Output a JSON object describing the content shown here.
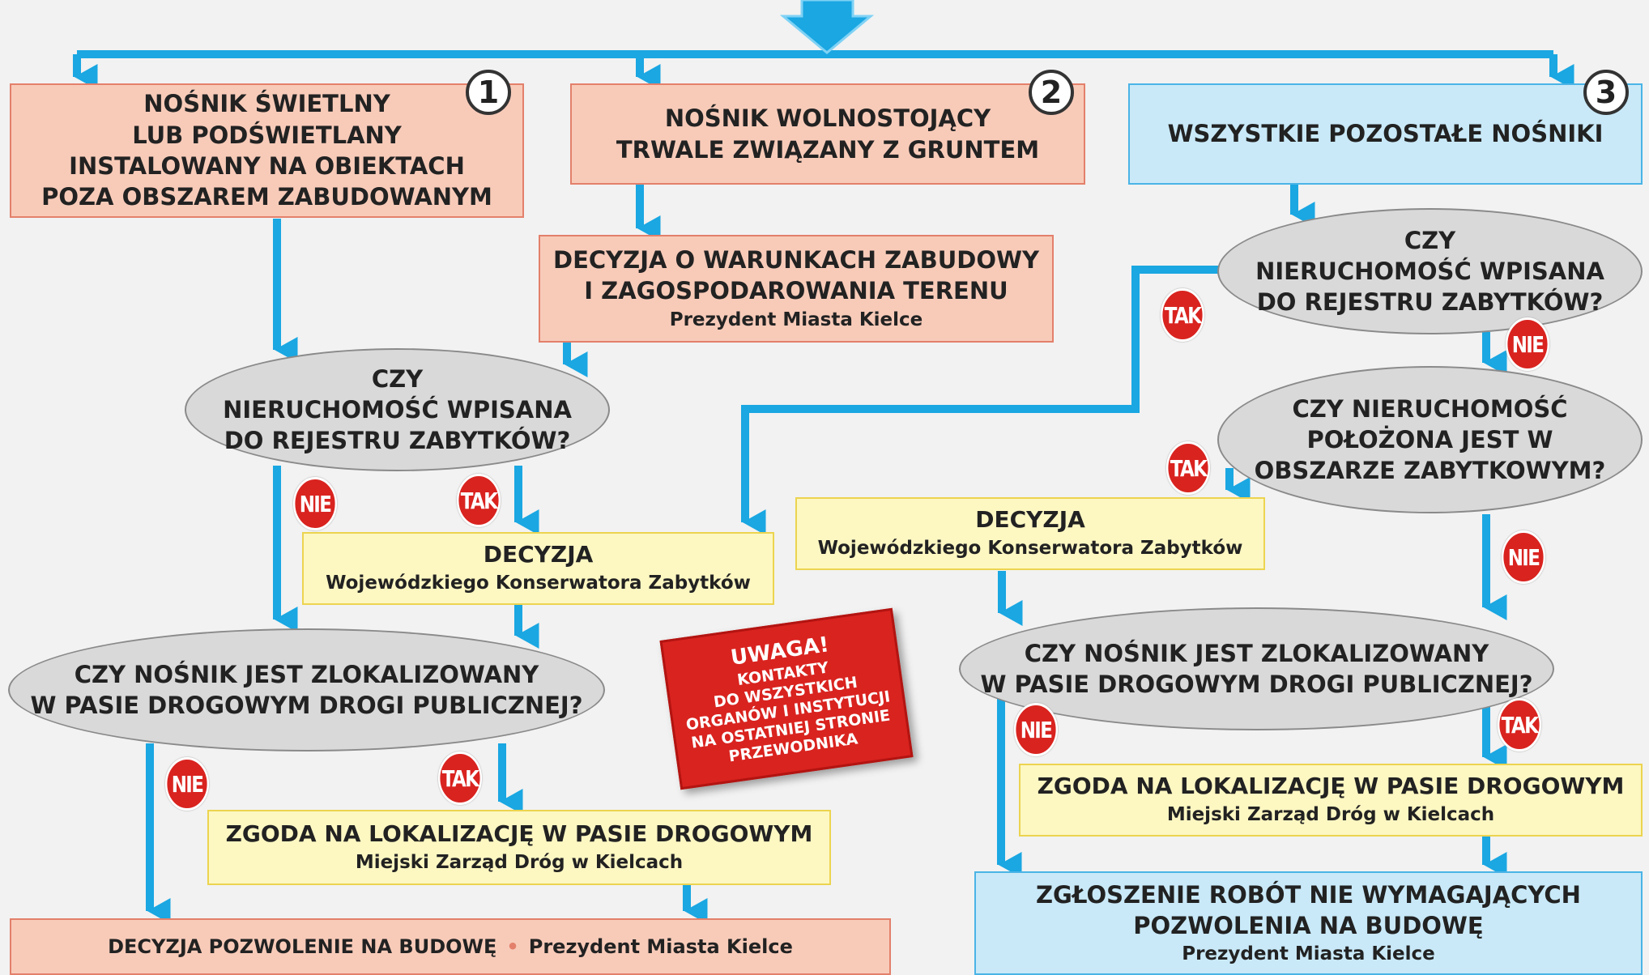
{
  "carriers": {
    "c1": {
      "number": "1",
      "lines": [
        "NOŚNIK ŚWIETLNY",
        "LUB PODŚWIETLANY",
        "INSTALOWANY NA OBIEKTACH",
        "POZA OBSZAREM ZABUDOWANYM"
      ]
    },
    "c2": {
      "number": "2",
      "lines": [
        "NOŚNIK WOLNOSTOJĄCY",
        "TRWALE ZWIĄZANY Z GRUNTEM"
      ]
    },
    "c3": {
      "number": "3",
      "lines": [
        "WSZYSTKIE POZOSTAŁE NOŚNIKI"
      ]
    }
  },
  "nodes": {
    "wz": {
      "lines": [
        "DECYZJA O WARUNKACH ZABUDOWY",
        "I ZAGOSPODAROWANIA TERENU"
      ],
      "authority": "Prezydent Miasta Kielce"
    },
    "q_reg_left": {
      "lines": [
        "CZY",
        "NIERUCHOMOŚĆ WPISANA",
        "DO REJESTRU ZABYTKÓW?"
      ]
    },
    "q_reg_right": {
      "lines": [
        "CZY",
        "NIERUCHOMOŚĆ WPISANA",
        "DO REJESTRU ZABYTKÓW?"
      ]
    },
    "q_area": {
      "lines": [
        "CZY NIERUCHOMOŚĆ",
        "POŁOŻONA JEST W",
        "OBSZARZE ZABYTKOWYM?"
      ]
    },
    "wkz_left": {
      "title": "DECYZJA",
      "authority": "Wojewódzkiego Konserwatora Zabytków"
    },
    "wkz_right": {
      "title": "DECYZJA",
      "authority": "Wojewódzkiego Konserwatora Zabytków"
    },
    "q_road_left": {
      "lines": [
        "CZY NOŚNIK JEST ZLOKALIZOWANY",
        "W PASIE DROGOWYM DROGI PUBLICZNEJ?"
      ]
    },
    "q_road_right": {
      "lines": [
        "CZY NOŚNIK JEST ZLOKALIZOWANY",
        "W PASIE DROGOWYM DROGI PUBLICZNEJ?"
      ]
    },
    "road_left": {
      "title": "ZGODA NA LOKALIZACJĘ W PASIE DROGOWYM",
      "authority": "Miejski Zarząd Dróg w Kielcach"
    },
    "road_right": {
      "title": "ZGODA NA LOKALIZACJĘ W PASIE DROGOWYM",
      "authority": "Miejski Zarząd Dróg w Kielcach"
    },
    "permit": {
      "title": "DECYZJA POZWOLENIE NA BUDOWĘ",
      "authority": "Prezydent Miasta Kielce"
    },
    "notify": {
      "lines": [
        "ZGŁOSZENIE ROBÓT NIE WYMAGAJĄCYCH",
        "POZWOLENIA NA BUDOWĘ"
      ],
      "authority": "Prezydent Miasta Kielce"
    }
  },
  "labels": {
    "yes": "TAK",
    "no": "NIE"
  },
  "note": {
    "lines": [
      "UWAGA!",
      "KONTAKTY",
      "DO WSZYSTKICH",
      "ORGANÓW I INSTYTUCJI",
      "NA OSTATNIEJ STRONIE",
      "PRZEWODNIKA"
    ]
  },
  "colors": {
    "arrow": "#1aa7e2",
    "pink": "#f8cbb9",
    "yellow": "#fdf7c2",
    "blue": "#c9e9f8",
    "grey": "#d9d9d9",
    "badge": "#d9231f"
  }
}
